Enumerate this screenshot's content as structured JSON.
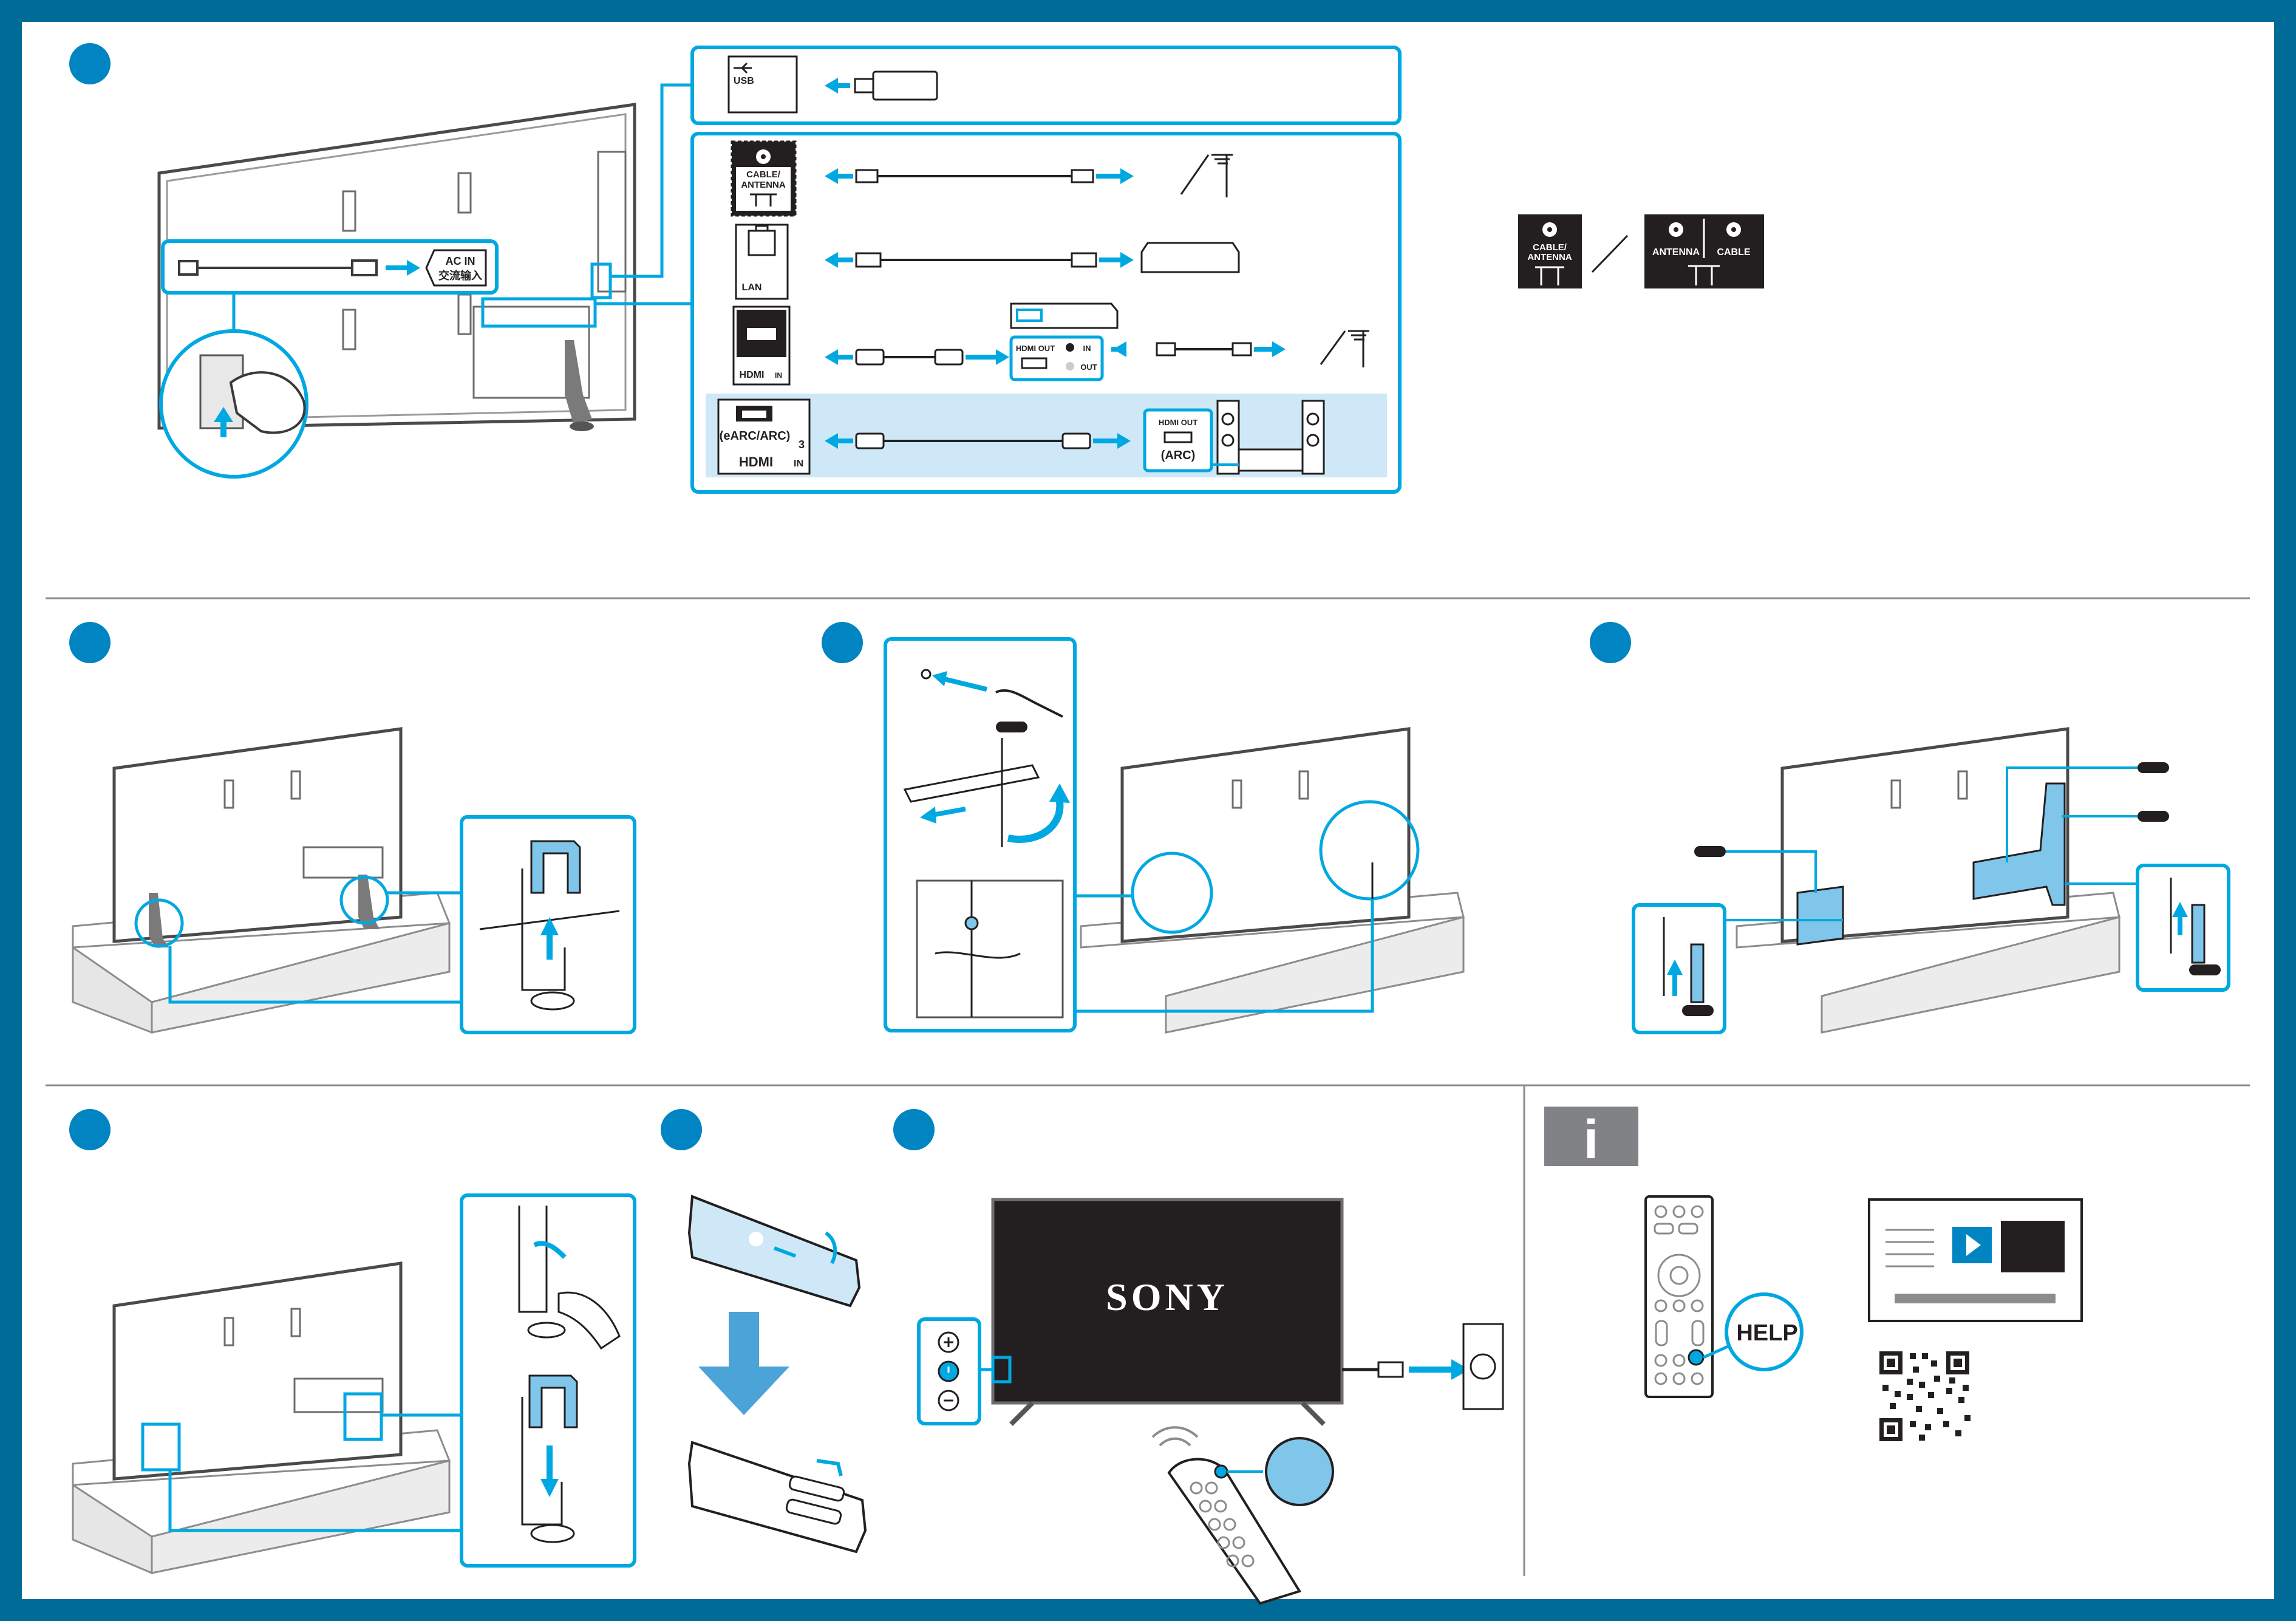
{
  "brand": {
    "logo_text": "SONY",
    "frame_color": "#006b96",
    "accent_color": "#00a8e1",
    "badge_color": "#0084c2",
    "highlight_fill": "#cfe8f7"
  },
  "connections": {
    "usb_label": "USB",
    "ac_label_en": "AC IN",
    "ac_label_cn": "交流输入",
    "cable_antenna_l1": "CABLE/",
    "cable_antenna_l2": "ANTENNA",
    "lan_label": "LAN",
    "hdmi_label": "HDMI",
    "hdmi_in_label": "IN",
    "stb_hdmi_out": "HDMI OUT",
    "stb_in": "IN",
    "stb_out": "OUT",
    "earc_label": "(eARC/ARC)",
    "earc_number": "3",
    "arc_hdmi_out": "HDMI OUT",
    "arc_label": "(ARC)"
  },
  "antenna_alt": {
    "left_l1": "CABLE/",
    "left_l2": "ANTENNA",
    "antenna": "ANTENNA",
    "cable": "CABLE"
  },
  "info": {
    "icon_letter": "i",
    "help_label": "HELP"
  }
}
